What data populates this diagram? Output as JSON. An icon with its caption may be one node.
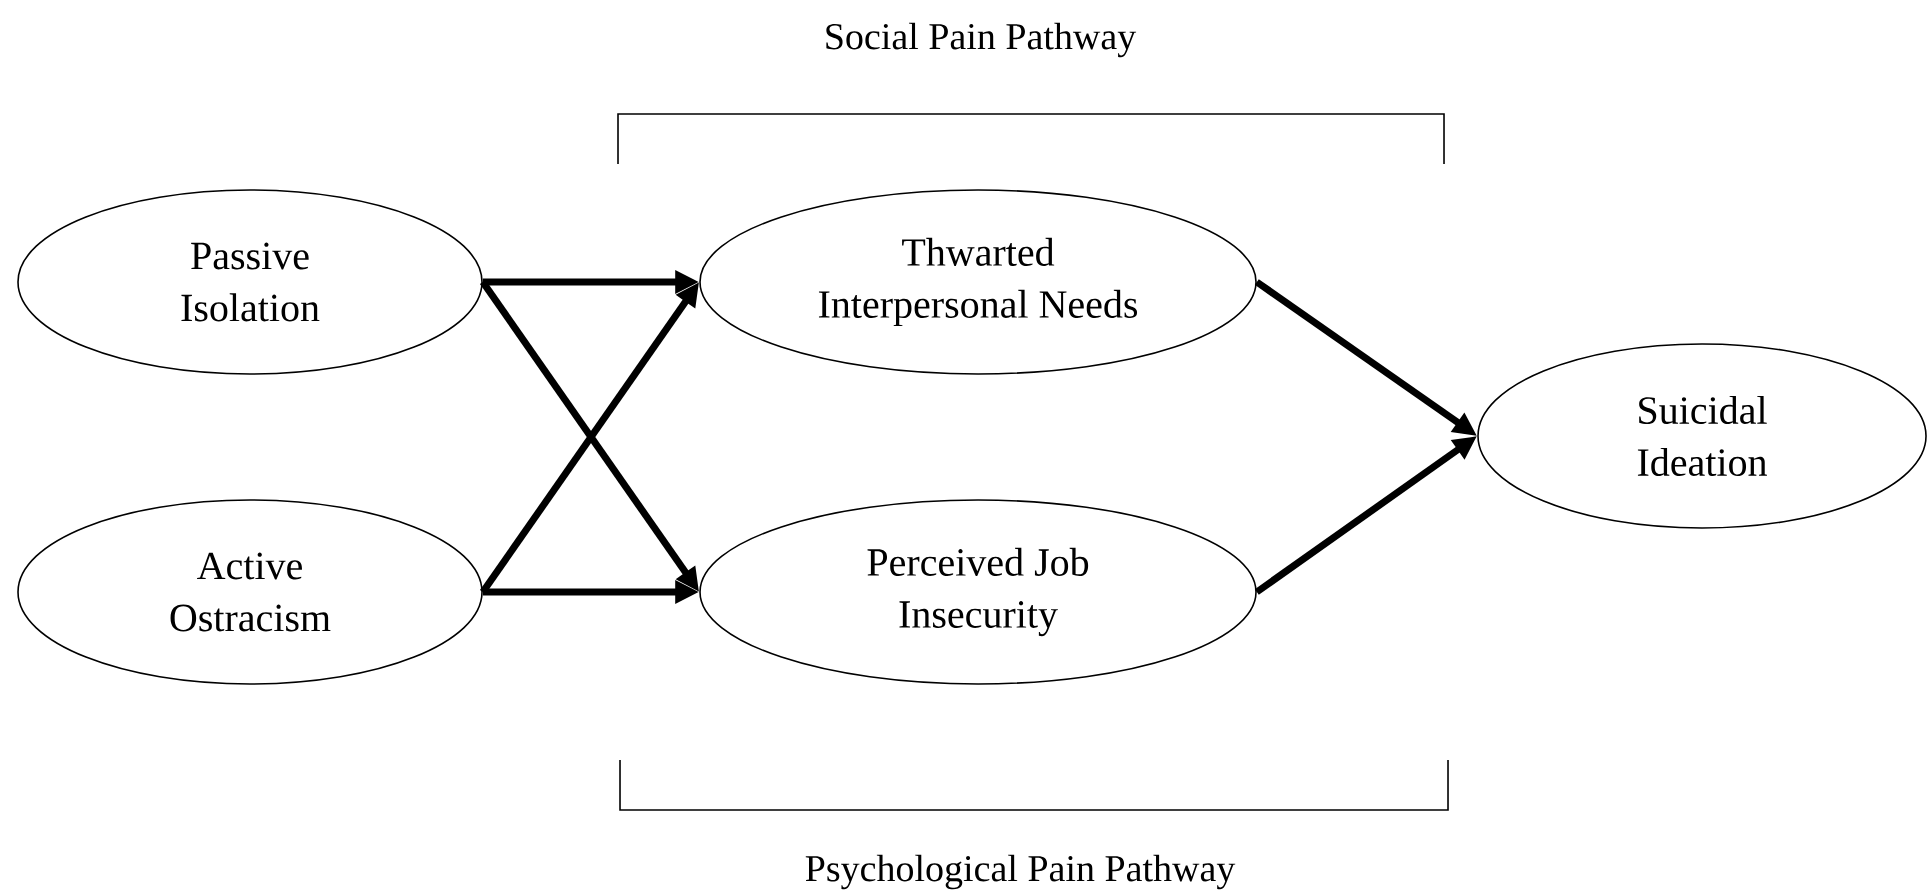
{
  "diagram": {
    "nodes": [
      {
        "text": [
          "Passive Isolation"
        ]
      },
      {
        "text": [
          "Active Ostracism"
        ]
      },
      {
        "text": [
          "Thwarted Interpersonal Needs"
        ]
      },
      {
        "text": [
          "Perceived Job Insecurity"
        ]
      },
      {
        "text": [
          "Suicidal Ideation"
        ]
      }
    ],
    "edges": [
      {
        "from": 0,
        "to": 2,
        "arrow": "to"
      },
      {
        "from": 0,
        "to": 3,
        "arrow": "to"
      },
      {
        "from": 1,
        "to": 2,
        "arrow": "to"
      },
      {
        "from": 1,
        "to": 3,
        "arrow": "to"
      },
      {
        "from": 2,
        "to": 4,
        "arrow": "to"
      },
      {
        "from": 3,
        "to": 4,
        "arrow": "to"
      }
    ],
    "labels": [
      "Social Pain Pathway",
      "Psychological Pain Pathway"
    ]
  }
}
